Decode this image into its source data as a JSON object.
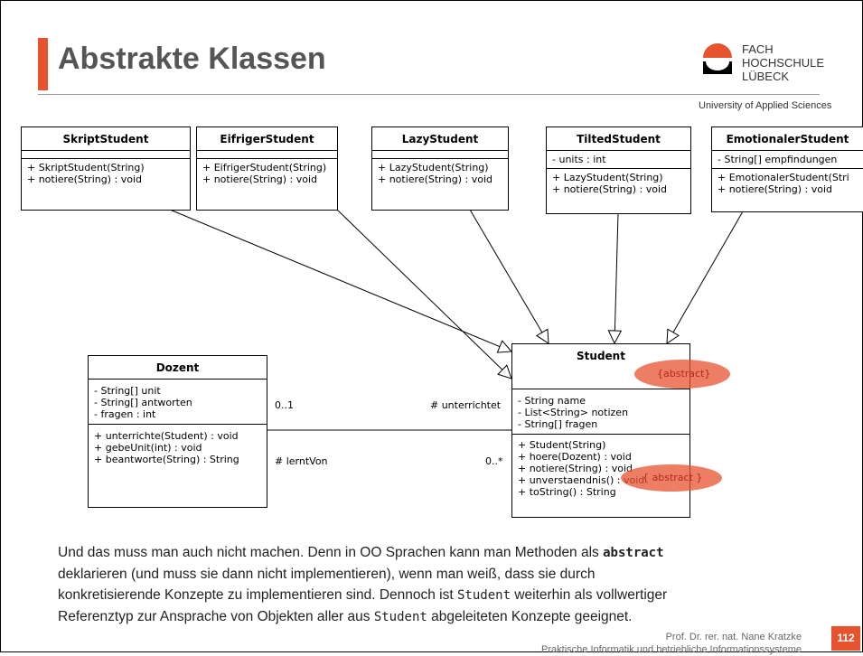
{
  "slide": {
    "title": "Abstrakte Klassen",
    "logo_line1": "FACH",
    "logo_line2": "HOCHSCHULE",
    "logo_line3": "LÜBECK",
    "university": "University of Applied Sciences",
    "accent_color": "#e8532f"
  },
  "classes": {
    "skript": {
      "name": "SkriptStudent",
      "methods": [
        "+ SkriptStudent(String)",
        "+ notiere(String) : void"
      ]
    },
    "eifrig": {
      "name": "EifrigerStudent",
      "methods": [
        "+ EifrigerStudent(String)",
        "+ notiere(String) : void"
      ]
    },
    "lazy": {
      "name": "LazyStudent",
      "methods": [
        "+ LazyStudent(String)",
        "+ notiere(String) : void"
      ]
    },
    "tilted": {
      "name": "TiltedStudent",
      "attributes": [
        "- units : int"
      ],
      "methods": [
        "+ LazyStudent(String)",
        "+ notiere(String) : void"
      ]
    },
    "emotional": {
      "name": "EmotionalerStudent",
      "attributes": [
        "- String[] empfindungen"
      ],
      "methods": [
        "+ EmotionalerStudent(Stri",
        "+ notiere(String) : void"
      ]
    },
    "dozent": {
      "name": "Dozent",
      "attributes": [
        "- String[] unit",
        "- String[] antworten",
        "- fragen : int"
      ],
      "methods": [
        "+ unterrichte(Student) : void",
        "+ gebeUnit(int) : void",
        "+ beantworte(String) : String"
      ]
    },
    "student": {
      "name": "Student",
      "stereotype": "{abstract}",
      "attributes": [
        "- String name",
        "- List<String> notizen",
        "- String[] fragen"
      ],
      "methods": [
        "+ Student(String)",
        "+ hoere(Dozent) : void",
        "+ notiere(String) : void",
        "+ unverstaendnis() : void",
        "+ toString() : String"
      ],
      "notiere_abstract": "{ abstract }"
    }
  },
  "association": {
    "dozent_mult": "0..1",
    "student_mult": "0..*",
    "role_unterrichtet": "# unterrichtet",
    "role_lerntVon": "# lerntVon"
  },
  "body": {
    "line1_a": "Und das muss man auch nicht machen. Denn in OO Sprachen kann man Methoden als ",
    "line1_kw": "abstract",
    "line2": "deklarieren (und muss sie dann nicht implementieren), wenn man weiß, dass sie durch",
    "line3_a": "konkretisierende Konzepte zu implementieren sind. Dennoch ist ",
    "line3_code": "Student",
    "line3_b": " weiterhin als vollwertiger",
    "line4_a": "Referenztyp zur Ansprache von Objekten aller aus ",
    "line4_code": "Student",
    "line4_b": " abgeleiteten Konzepte geeignet."
  },
  "footer": {
    "author": "Prof. Dr. rer. nat. Nane Kratzke",
    "course": "Praktische Informatik und betriebliche Informationssysteme",
    "page": "112"
  }
}
